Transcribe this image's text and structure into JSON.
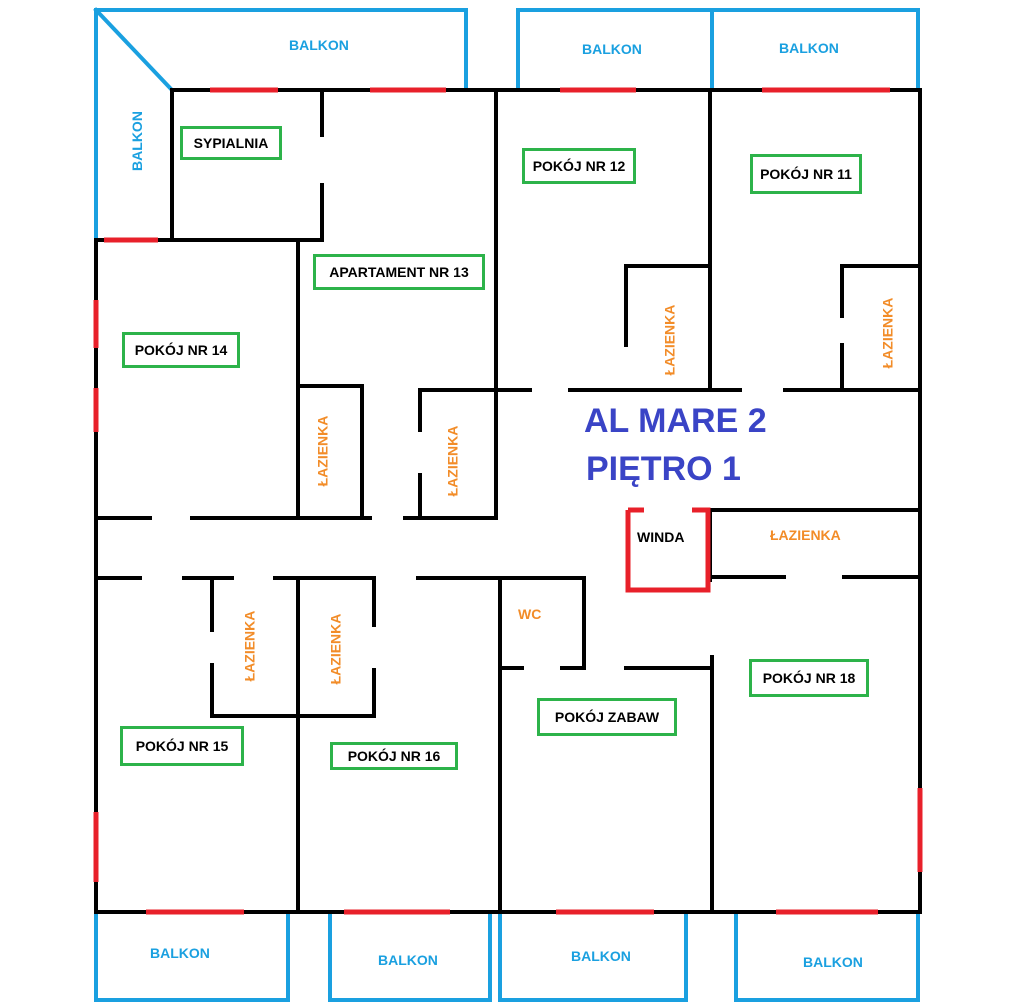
{
  "plan": {
    "title_line1": "AL MARE 2",
    "title_line2": "PIĘTRO 1",
    "title_color": "#3a44c6",
    "colors": {
      "wall": "#000000",
      "balcony": "#1aa0e0",
      "window": "#e8202a",
      "elevator": "#e8202a",
      "room_label_border": "#2db34a",
      "bathroom_text": "#f28c28"
    },
    "rooms": {
      "sypialnia": "SYPIALNIA",
      "pokoj12": "POKÓJ NR 12",
      "pokoj11": "POKÓJ NR 11",
      "apartament13": "APARTAMENT NR  13",
      "pokoj14": "POKÓJ NR 14",
      "pokoj15": "POKÓJ NR 15",
      "pokoj16": "POKÓJ NR 16",
      "zabaw": "POKÓJ  ZABAW",
      "pokoj18": "POKÓJ NR 18"
    },
    "balcony_label": "BALKON",
    "bathroom_label": "ŁAZIENKA",
    "wc_label": "WC",
    "elevator_label": "WINDA"
  }
}
